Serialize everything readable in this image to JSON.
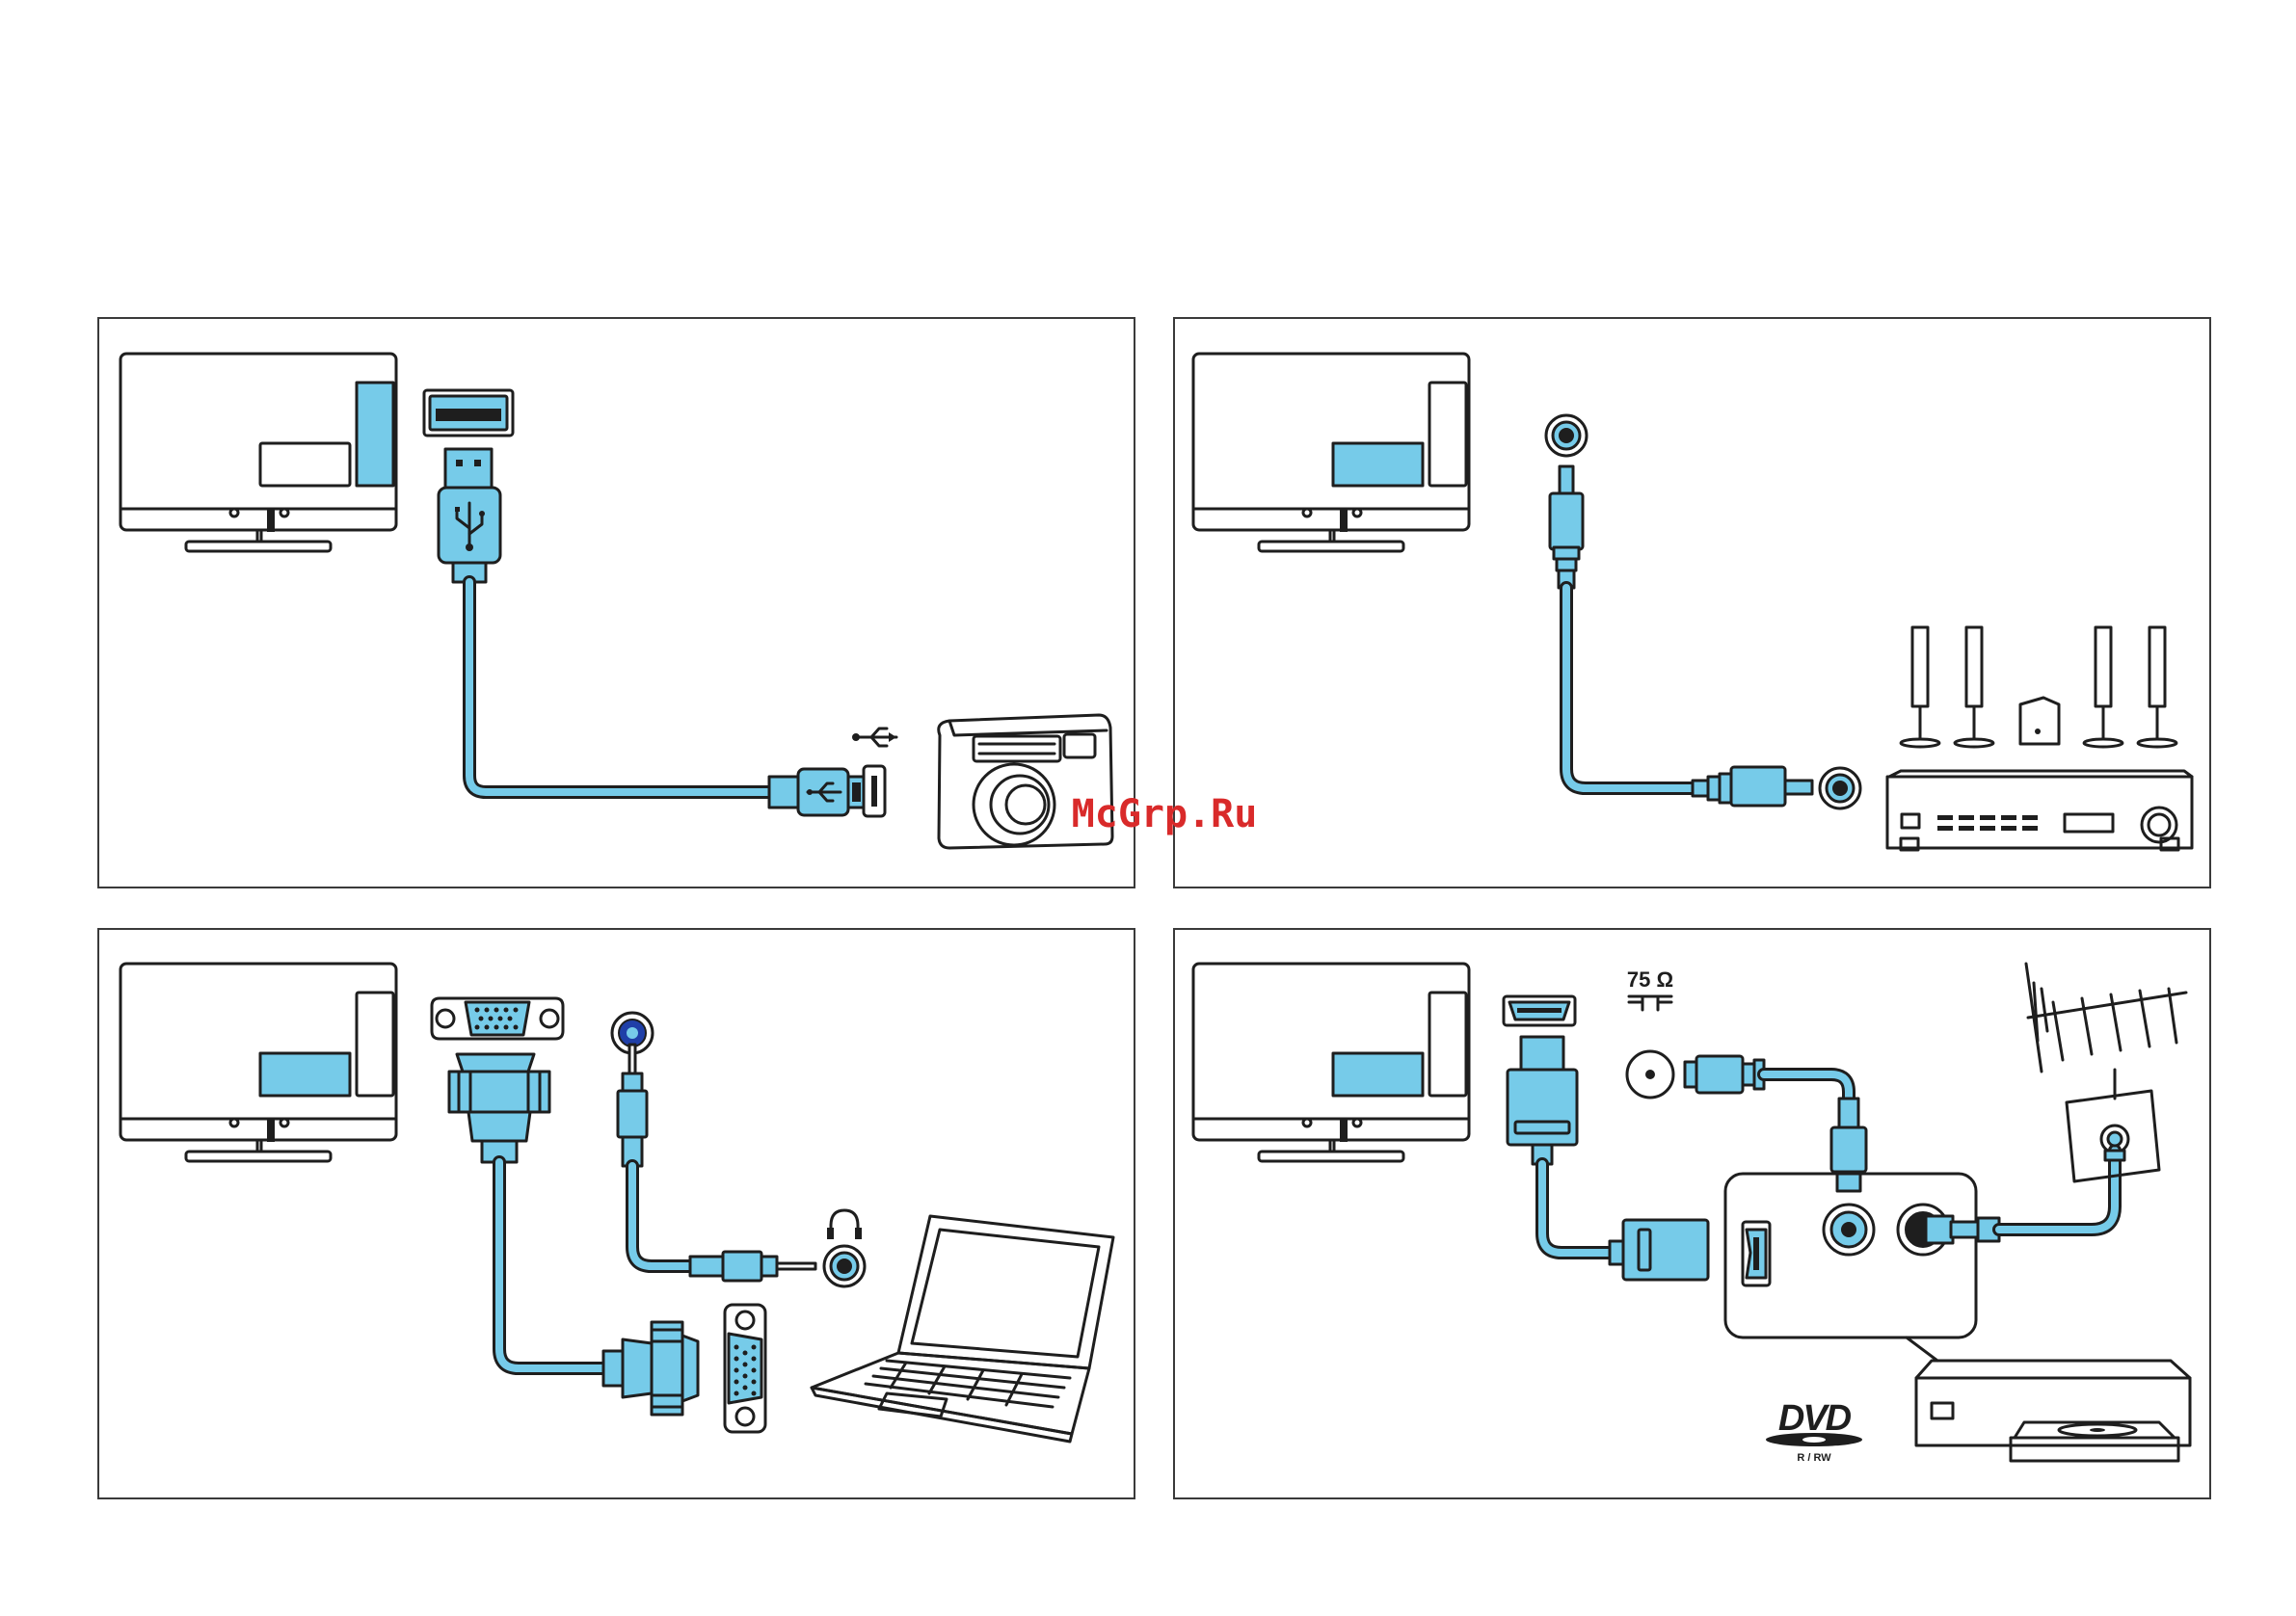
{
  "figure": {
    "panels": [
      {
        "name": "usb",
        "cable": "USB"
      },
      {
        "name": "audio-coax",
        "cable": "RCA"
      },
      {
        "name": "vga-pc",
        "cable": "VGA"
      },
      {
        "name": "hdmi-antenna",
        "cable": "HDMI"
      }
    ],
    "labels": {
      "impedance": "75 Ω",
      "dvd_logo": "DVD",
      "dvd_sub": "R / RW"
    },
    "watermark": "McGrp.Ru"
  },
  "colors": {
    "accent": "#76cbe9",
    "line": "#1e1e1e",
    "watermark": "#d92a2a"
  }
}
